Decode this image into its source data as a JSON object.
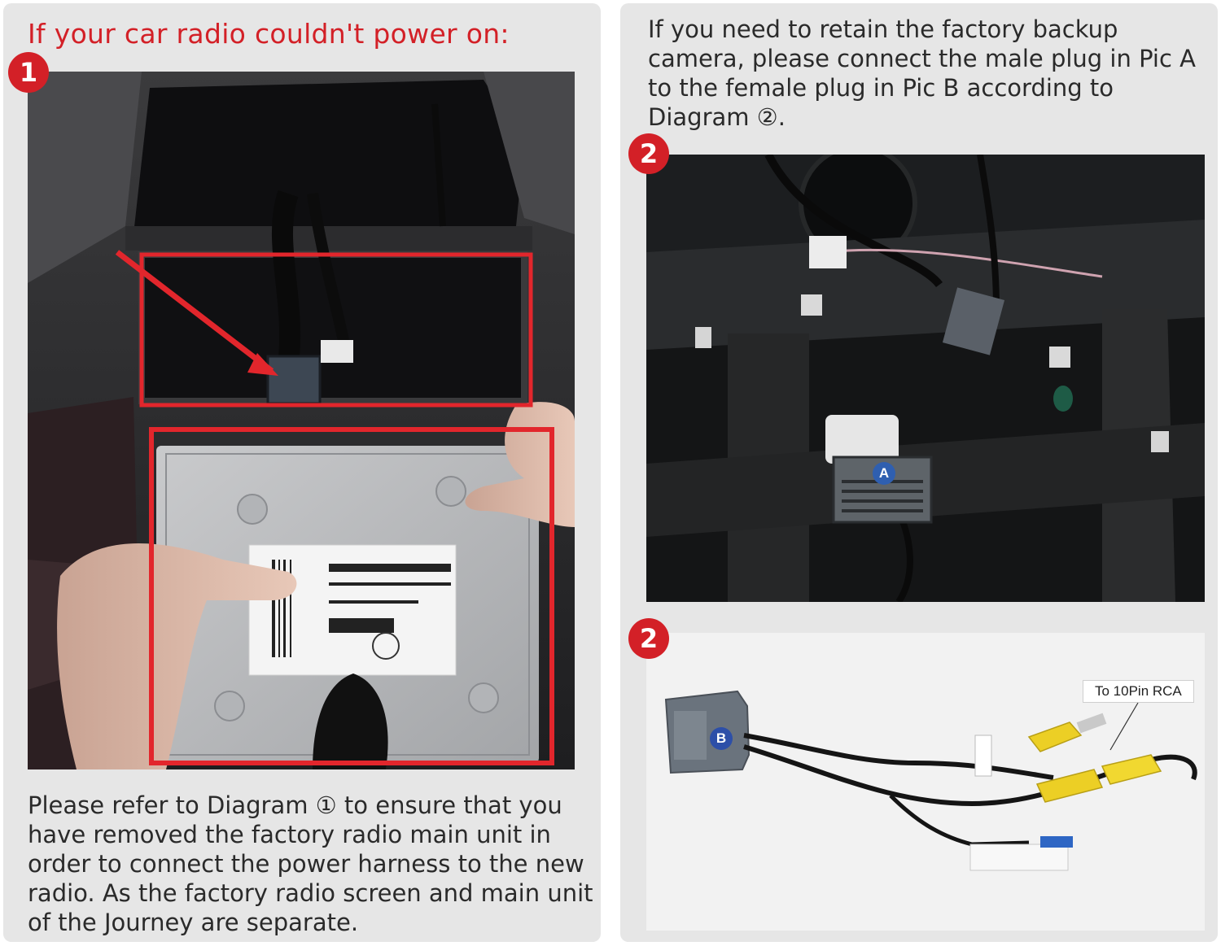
{
  "left": {
    "heading": "If your car radio couldn't power on:",
    "badge": "1",
    "description": "Please refer to Diagram ① to ensure that you have removed the factory radio main unit in order to connect the power harness to the new radio. As the factory radio screen and main unit of the Journey are separate."
  },
  "right": {
    "description": "If you need to retain the factory backup camera, please connect the male plug in Pic A to the female plug in Pic B according to Diagram ②.",
    "badge_top": "2",
    "badge_bottom": "2",
    "plug_a_label": "A",
    "plug_b_label": "B",
    "rca_label": "To 10Pin RCA"
  },
  "colors": {
    "accent_red": "#d32027",
    "plug_a_blue": "#2f5fb0",
    "plug_b_blue": "#2d4fa8",
    "rca_yellow": "#f0d928"
  }
}
